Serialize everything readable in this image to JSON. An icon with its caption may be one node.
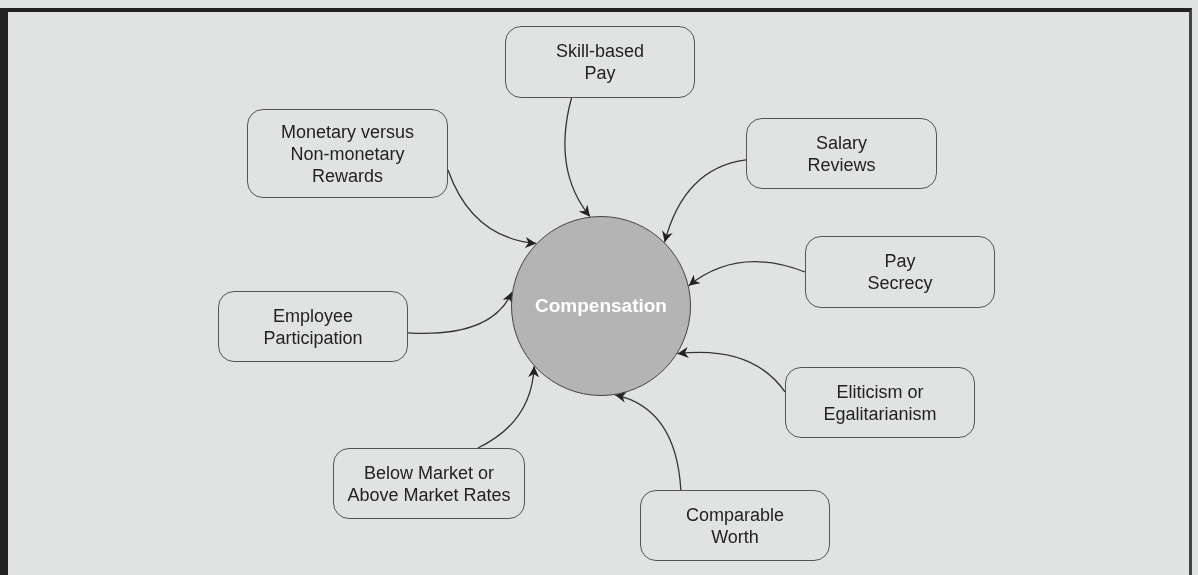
{
  "diagram": {
    "nodes": [
      {
        "text": [
          "Compensation"
        ]
      },
      {
        "text": [
          "Skill-based Pay"
        ]
      },
      {
        "text": [
          "Monetary versus Non-monetary Rewards"
        ]
      },
      {
        "text": [
          "Salary Reviews"
        ]
      },
      {
        "text": [
          "Pay Secrecy"
        ]
      },
      {
        "text": [
          "Employee Participation"
        ]
      },
      {
        "text": [
          "Eliticism or Egalitarianism"
        ]
      },
      {
        "text": [
          "Below Market or Above Market Rates"
        ]
      },
      {
        "text": [
          "Comparable Worth"
        ]
      }
    ],
    "edges": [
      {
        "from": 1,
        "to": 0,
        "arrow": "to"
      },
      {
        "from": 2,
        "to": 0,
        "arrow": "to"
      },
      {
        "from": 3,
        "to": 0,
        "arrow": "to"
      },
      {
        "from": 4,
        "to": 0,
        "arrow": "to"
      },
      {
        "from": 5,
        "to": 0,
        "arrow": "to"
      },
      {
        "from": 6,
        "to": 0,
        "arrow": "to"
      },
      {
        "from": 7,
        "to": 0,
        "arrow": "to"
      },
      {
        "from": 8,
        "to": 0,
        "arrow": "to"
      }
    ]
  }
}
